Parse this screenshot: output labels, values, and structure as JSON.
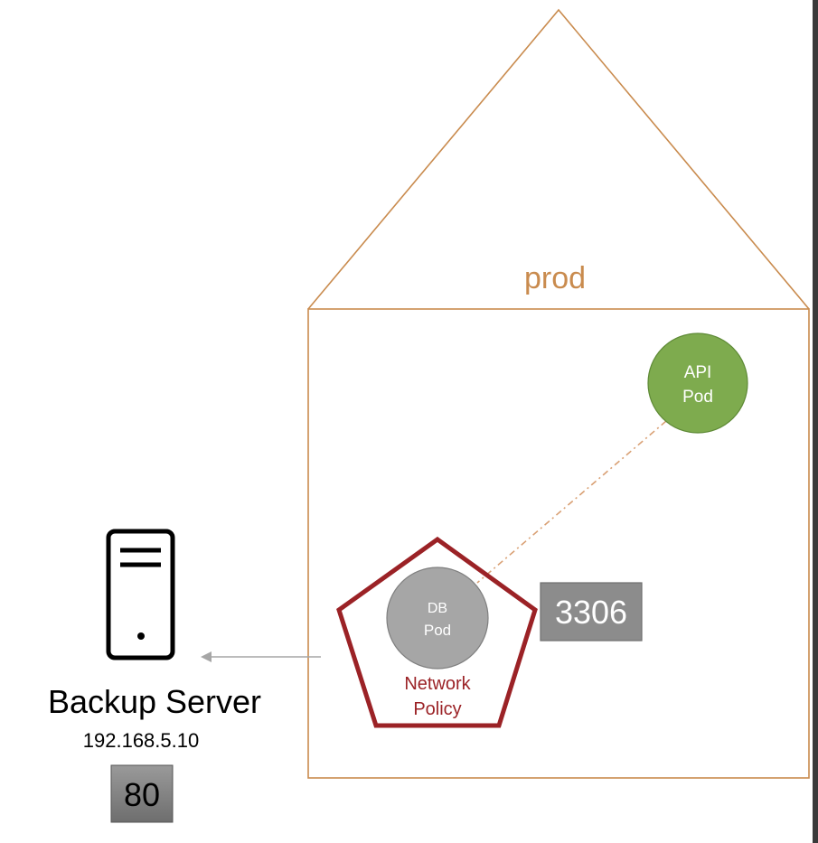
{
  "namespace": {
    "label": "prod",
    "color": "#C98B4E"
  },
  "api_pod": {
    "line1": "API",
    "line2": "Pod",
    "fill": "#7EAB4E",
    "stroke": "#5E8A36"
  },
  "db_pod": {
    "line1": "DB",
    "line2": "Pod",
    "fill": "#A6A6A6",
    "stroke": "#7F7F7F"
  },
  "network_policy": {
    "line1": "Network",
    "line2": "Policy",
    "color": "#9B2226"
  },
  "db_port": {
    "label": "3306",
    "fill": "#8C8C8C"
  },
  "backup_server": {
    "name": "Backup Server",
    "ip": "192.168.5.10",
    "port_label": "80",
    "icon": "server-tower-icon"
  },
  "colors": {
    "connector_dashed": "#D9A074",
    "arrow": "#A6A6A6",
    "right_border": "#3A3A3A"
  }
}
